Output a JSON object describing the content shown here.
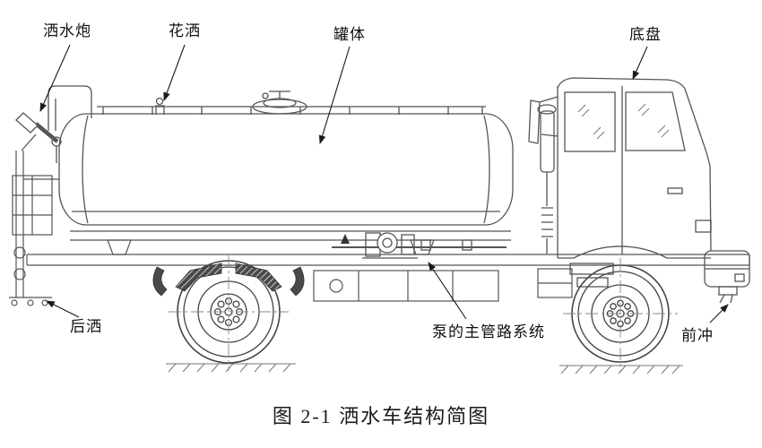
{
  "figure": {
    "caption": "图 2-1 洒水车结构简图",
    "labels": [
      {
        "id": "water-cannon",
        "text": "洒水炮"
      },
      {
        "id": "sprinkler",
        "text": "花洒"
      },
      {
        "id": "tank",
        "text": "罐体"
      },
      {
        "id": "chassis",
        "text": "底盘"
      },
      {
        "id": "rear-spray",
        "text": "后洒"
      },
      {
        "id": "pump-pipeline",
        "text": "泵的主管路系统"
      },
      {
        "id": "front-flush",
        "text": "前冲"
      }
    ],
    "colors": {
      "line": "#555555",
      "dark_fill": "#4a4a4a",
      "label_text": "#111111"
    }
  }
}
